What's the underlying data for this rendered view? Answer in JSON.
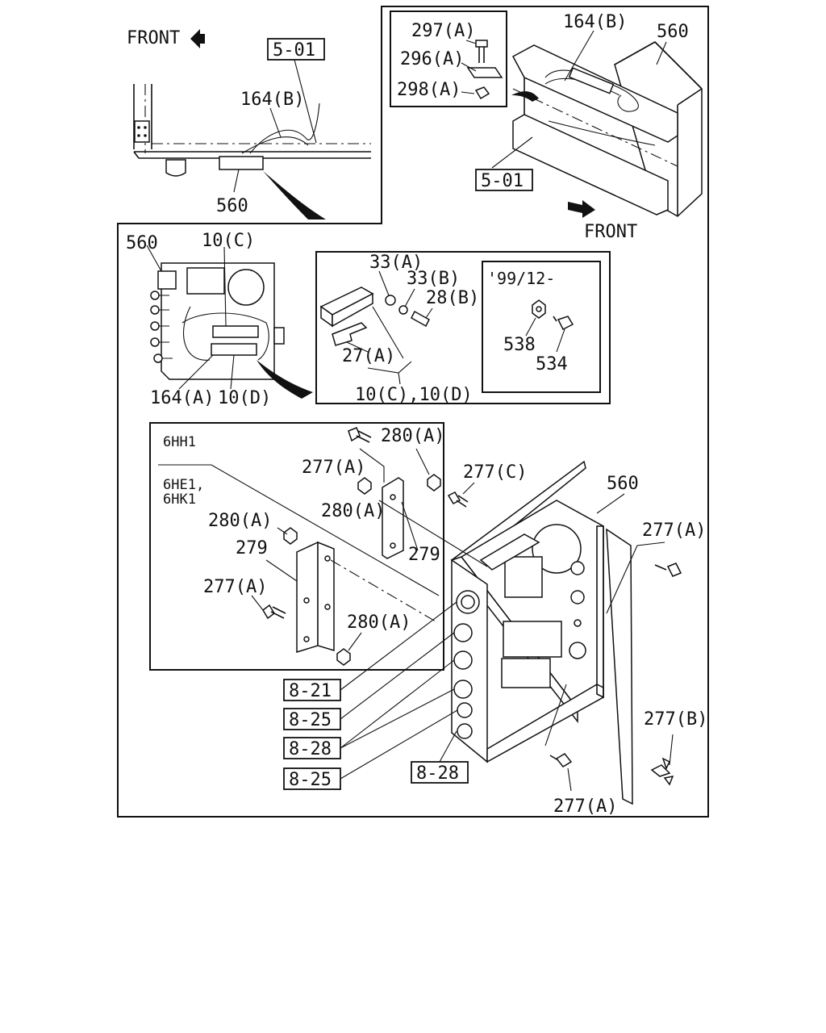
{
  "top_left_inset": {
    "front_label": "FRONT",
    "ref_5_01": "5-01",
    "part_164b": "164(B)",
    "part_560": "560"
  },
  "top_right_inset": {
    "detail": {
      "part_297a": "297(A)",
      "part_296a": "296(A)",
      "part_298a": "298(A)"
    },
    "part_164b": "164(B)",
    "part_560": "560",
    "ref_5_01": "5-01",
    "front_label": "FRONT"
  },
  "middle_left": {
    "part_560": "560",
    "part_10c": "10(C)",
    "part_164a": "164(A)",
    "part_10d": "10(D)"
  },
  "relay_detail": {
    "part_33a": "33(A)",
    "part_33b": "33(B)",
    "part_28b": "28(B)",
    "part_27a": "27(A)",
    "part_10c_10d": "10(C),10(D)",
    "sub_box": {
      "date_label": "'99/12-",
      "part_538": "538",
      "part_534": "534"
    }
  },
  "bracket_inset": {
    "engine_6hh1": "6HH1",
    "engine_6he1_line1": "6HE1,",
    "engine_6hk1_line2": "6HK1",
    "upper_277a": "277(A)",
    "upper_280a_top": "280(A)",
    "upper_280a_mid": "280(A)",
    "upper_279": "279",
    "lower_280a": "280(A)",
    "lower_279": "279",
    "lower_277a": "277(A)",
    "lower_280a_bottom": "280(A)"
  },
  "main_box": {
    "part_277c": "277(C)",
    "part_560": "560",
    "part_277a_right": "277(A)",
    "part_277b": "277(B)",
    "part_277a_bottom": "277(A)",
    "ref_8_21": "8-21",
    "ref_8_25_a": "8-25",
    "ref_8_28_a": "8-28",
    "ref_8_25_b": "8-25",
    "ref_8_28_b": "8-28"
  }
}
